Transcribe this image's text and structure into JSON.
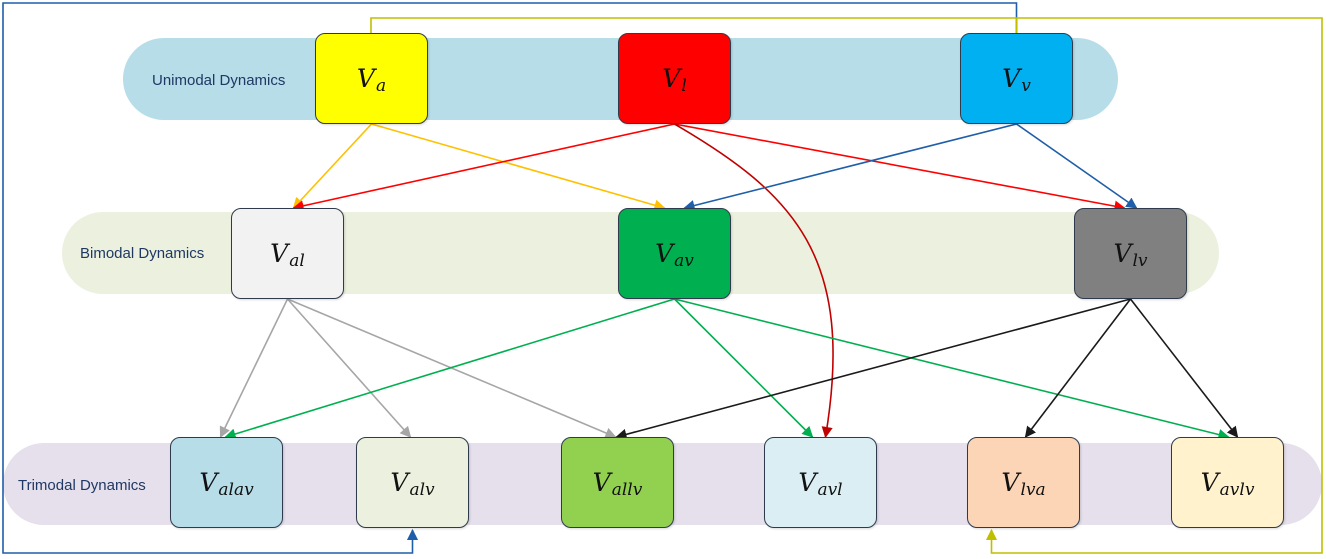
{
  "layers": [
    {
      "id": "uni",
      "label": "Unimodal Dynamics",
      "color": "#b6dde8"
    },
    {
      "id": "bi",
      "label": "Bimodal Dynamics",
      "color": "#ebf1de"
    },
    {
      "id": "tri",
      "label": "Trimodal Dynamics",
      "color": "#e5e0ec"
    }
  ],
  "nodes": {
    "a": {
      "letter": "V",
      "sub": "a",
      "fill": "#ffff00"
    },
    "l": {
      "letter": "V",
      "sub": "l",
      "fill": "#ff0000"
    },
    "v": {
      "letter": "V",
      "sub": "v",
      "fill": "#00b0f0"
    },
    "al": {
      "letter": "V",
      "sub": "al",
      "fill": "#f2f2f2"
    },
    "av": {
      "letter": "V",
      "sub": "av",
      "fill": "#00b050"
    },
    "lv": {
      "letter": "V",
      "sub": "lv",
      "fill": "#808080"
    },
    "alav": {
      "letter": "V",
      "sub": "alav",
      "fill": "#b6dde8"
    },
    "alv": {
      "letter": "V",
      "sub": "alv",
      "fill": "#ebf1de"
    },
    "allv": {
      "letter": "V",
      "sub": "allv",
      "fill": "#92d050"
    },
    "avl": {
      "letter": "V",
      "sub": "avl",
      "fill": "#daeef3"
    },
    "lva": {
      "letter": "V",
      "sub": "lva",
      "fill": "#fbd5b5"
    },
    "avlv": {
      "letter": "V",
      "sub": "avlv",
      "fill": "#fff2cc"
    }
  },
  "edges": [
    {
      "from": "a",
      "to": "al",
      "color": "#ffc000"
    },
    {
      "from": "a",
      "to": "av",
      "color": "#ffc000"
    },
    {
      "from": "l",
      "to": "al",
      "color": "#ff0000"
    },
    {
      "from": "l",
      "to": "lv",
      "color": "#ff0000"
    },
    {
      "from": "l",
      "to": "avl",
      "color": "#c00000"
    },
    {
      "from": "v",
      "to": "av",
      "color": "#1f5ea8"
    },
    {
      "from": "v",
      "to": "lv",
      "color": "#1f5ea8"
    },
    {
      "from": "al",
      "to": "alav",
      "color": "#a6a6a6"
    },
    {
      "from": "al",
      "to": "alv",
      "color": "#a6a6a6"
    },
    {
      "from": "al",
      "to": "allv",
      "color": "#a6a6a6"
    },
    {
      "from": "av",
      "to": "alav",
      "color": "#00b050"
    },
    {
      "from": "av",
      "to": "avl",
      "color": "#00b050"
    },
    {
      "from": "av",
      "to": "avlv",
      "color": "#00b050"
    },
    {
      "from": "lv",
      "to": "allv",
      "color": "#1a1a1a"
    },
    {
      "from": "lv",
      "to": "lva",
      "color": "#1a1a1a"
    },
    {
      "from": "lv",
      "to": "avlv",
      "color": "#1a1a1a"
    },
    {
      "from": "v",
      "to": "alv",
      "color": "#1f5ea8"
    },
    {
      "from": "v",
      "to": "lva",
      "color": "#bfbf00"
    }
  ]
}
